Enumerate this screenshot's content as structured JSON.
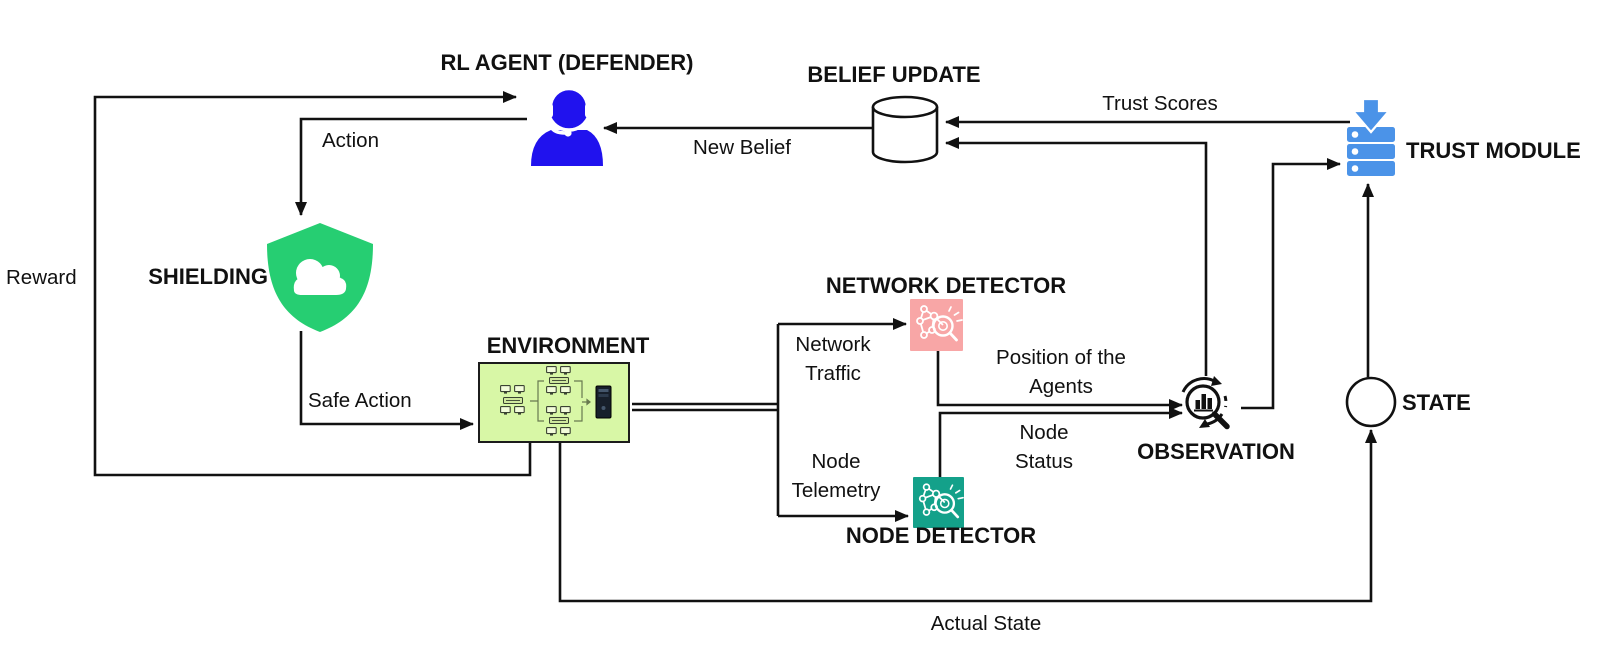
{
  "diagram": {
    "nodes": {
      "rl_agent": "RL AGENT (DEFENDER)",
      "belief_update": "BELIEF UPDATE",
      "trust_module": "TRUST MODULE",
      "shielding": "SHIELDING",
      "environment": "ENVIRONMENT",
      "network_detector": "NETWORK DETECTOR",
      "node_detector": "NODE DETECTOR",
      "observation": "OBSERVATION",
      "state": "STATE"
    },
    "edge_labels": {
      "reward": "Reward",
      "action": "Action",
      "safe_action": "Safe Action",
      "new_belief": "New Belief",
      "trust_scores": "Trust Scores",
      "network_traffic": "Network Traffic",
      "node_telemetry": "Node Telemetry",
      "position_of_the_agents": "Position of the Agents",
      "node_status": "Node Status",
      "actual_state": "Actual State"
    },
    "colors": {
      "agent_blue": "#2012ee",
      "shield_green": "#26ce72",
      "environment_fill": "#d8f7a6",
      "network_detector_pink": "#f8a6a6",
      "node_detector_teal": "#14a18a",
      "trust_module_blue": "#4b93e8",
      "line_color": "#111111",
      "background": "#ffffff"
    },
    "icons": {
      "rl_agent": "person-headset-icon",
      "belief_update": "database-cylinder-icon",
      "trust_module": "server-download-icon",
      "shielding": "shield-cloud-icon",
      "environment": "network-topology-icon",
      "network_detector": "network-scan-icon",
      "node_detector": "network-scan-icon",
      "observation": "magnifier-chart-icon",
      "state": "state-circle-icon"
    }
  }
}
